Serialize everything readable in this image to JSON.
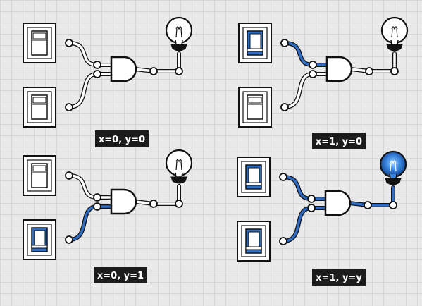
{
  "panels": [
    {
      "label": "x=0, y=0",
      "x_on": false,
      "y_on": false,
      "bulb_on": false
    },
    {
      "label": "x=1, y=0",
      "x_on": true,
      "y_on": false,
      "bulb_on": false
    },
    {
      "label": "x=0, y=1",
      "x_on": false,
      "y_on": true,
      "bulb_on": false
    },
    {
      "label": "x=1, y=y",
      "x_on": true,
      "y_on": true,
      "bulb_on": true
    }
  ],
  "colors": {
    "on": "#2f6cc4",
    "off": "#ffffff",
    "line": "#111111",
    "bulb_on": "#3a86e0",
    "label_bg": "#1c1c1c"
  }
}
